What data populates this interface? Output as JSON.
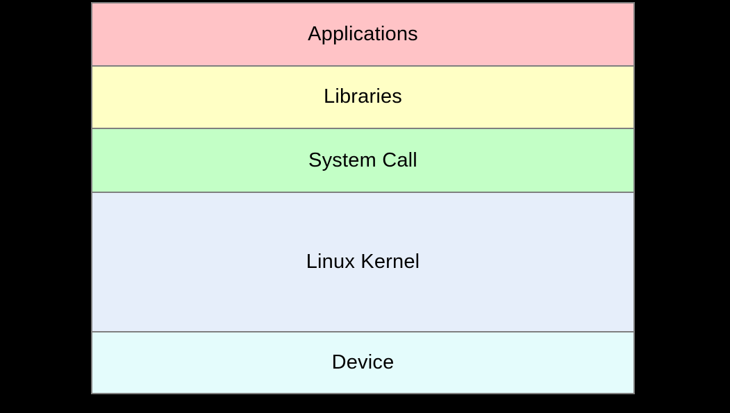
{
  "diagram": {
    "background_color": "#000000",
    "border_color": "#7f7f7f",
    "text_color": "#000000",
    "layers": [
      {
        "label": "Applications",
        "color": "#ffc3c6"
      },
      {
        "label": "Libraries",
        "color": "#ffffc5"
      },
      {
        "label": "System Call",
        "color": "#c3ffc6"
      },
      {
        "label": "Linux Kernel",
        "color": "#e6eefa"
      },
      {
        "label": "Device",
        "color": "#e4fcfc"
      }
    ]
  }
}
